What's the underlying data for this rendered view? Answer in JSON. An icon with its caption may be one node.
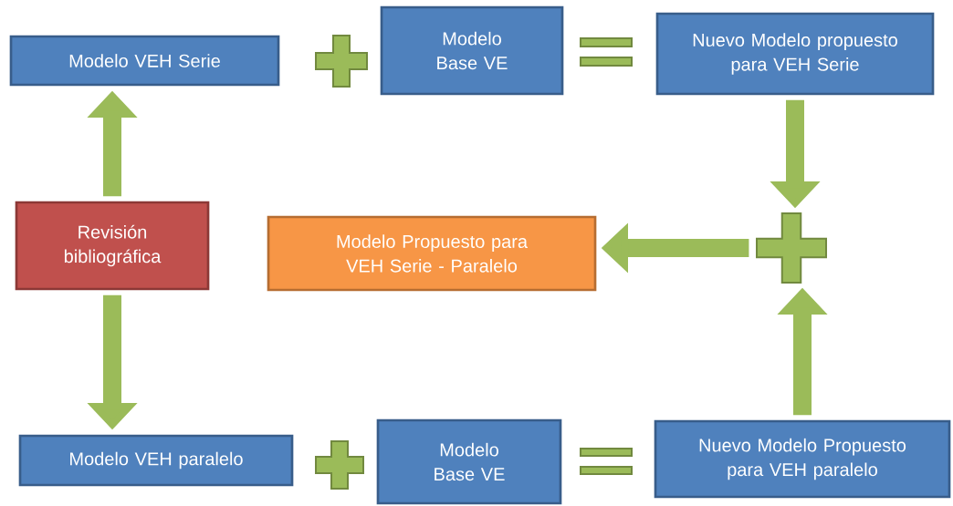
{
  "diagram": {
    "nodes": [
      {
        "text": [
          "Modelo VEH Serie"
        ]
      },
      {
        "text": [
          "Modelo Base VE"
        ]
      },
      {
        "text": [
          "Nuevo Modelo propuesto para VEH Serie"
        ]
      },
      {
        "text": [
          "Revisión bibliográfica"
        ]
      },
      {
        "text": [
          "Modelo Propuesto para VEH Serie - Paralelo"
        ]
      },
      {
        "text": [
          "Modelo VEH paralelo"
        ]
      },
      {
        "text": [
          "Modelo Base VE"
        ]
      },
      {
        "text": [
          "Nuevo Modelo Propuesto para  VEH paralelo"
        ]
      },
      {
        "text": [],
        "shape": "plus"
      }
    ],
    "edges": [
      {
        "from": 3,
        "to": 0,
        "arrow": "to"
      },
      {
        "from": 3,
        "to": 5,
        "arrow": "to"
      },
      {
        "from": 2,
        "to": 8,
        "arrow": "to"
      },
      {
        "from": 7,
        "to": 8,
        "arrow": "to"
      },
      {
        "from": 8,
        "to": 4,
        "arrow": "to"
      }
    ]
  }
}
